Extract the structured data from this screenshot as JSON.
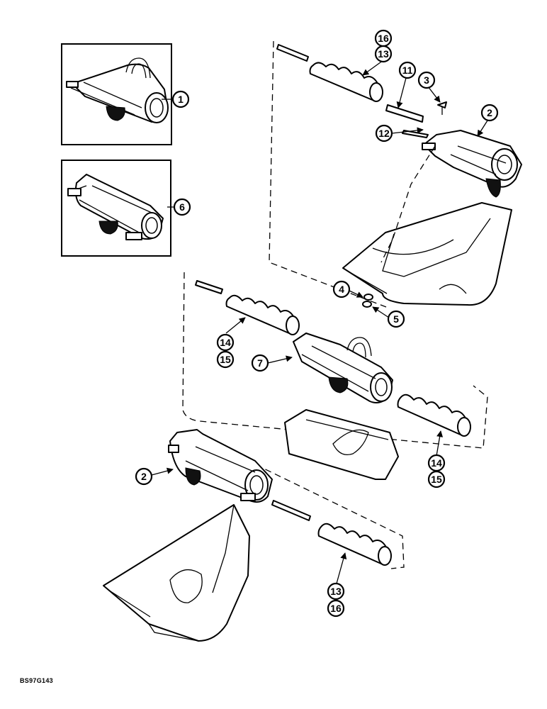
{
  "callouts": {
    "c1": "1",
    "c6": "6",
    "c16a": "16",
    "c13a": "13",
    "c11": "11",
    "c3": "3",
    "c2a": "2",
    "c12": "12",
    "c4": "4",
    "c5": "5",
    "c14a": "14",
    "c15a": "15",
    "c7": "7",
    "c14b": "14",
    "c15b": "15",
    "c2b": "2",
    "c13b": "13",
    "c16b": "16"
  },
  "reference_code": "BS97G143"
}
